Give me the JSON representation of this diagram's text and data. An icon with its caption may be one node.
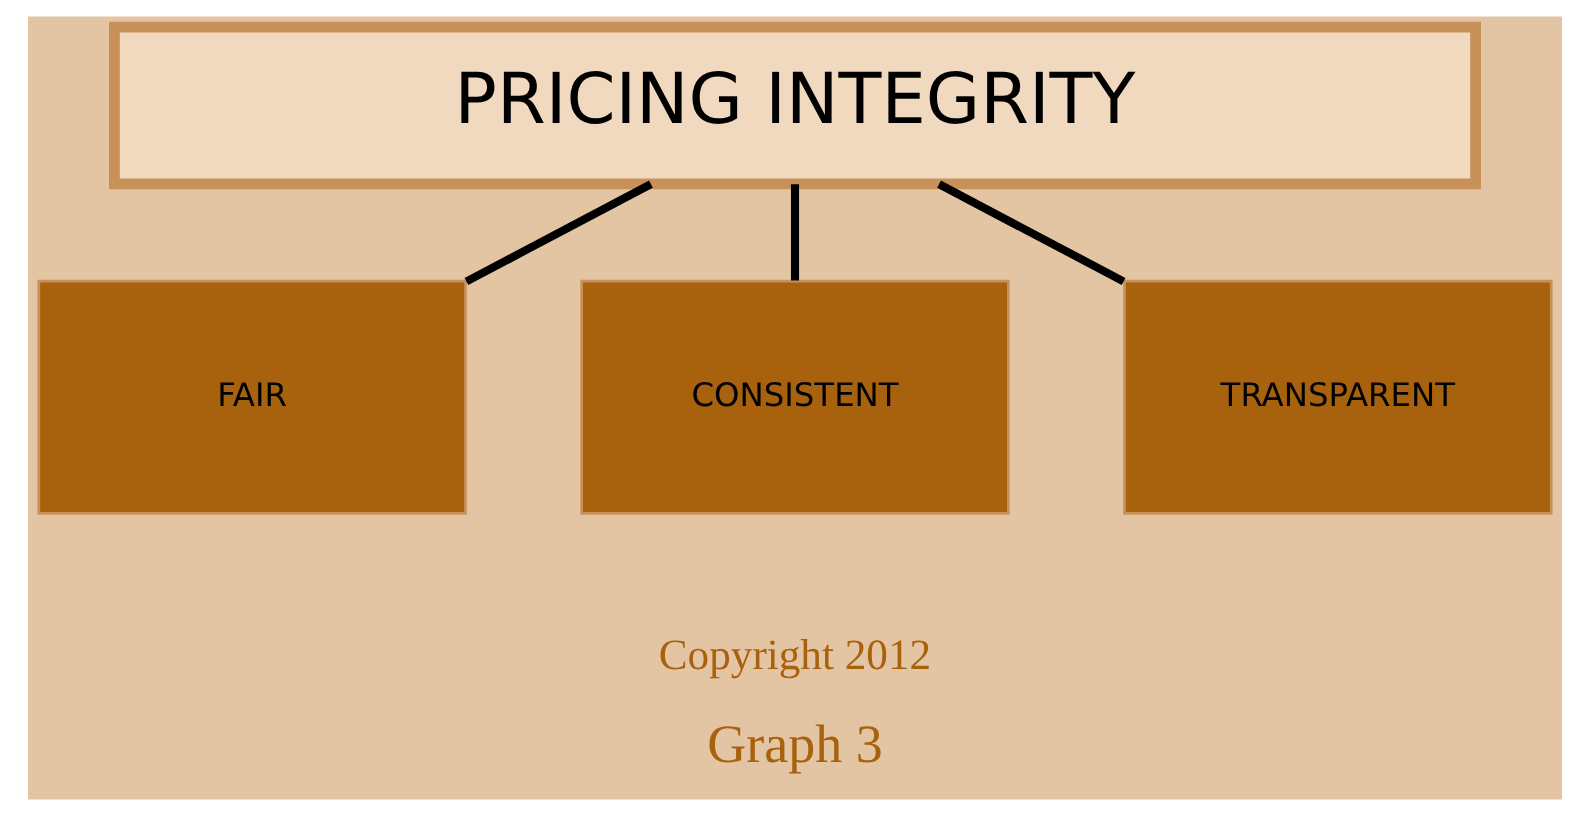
{
  "diagram": {
    "caption": "Graph 3",
    "nodes": [
      {
        "text": [
          "PRICING INTEGRITY"
        ]
      },
      {
        "text": [
          "FAIR"
        ]
      },
      {
        "text": [
          "CONSISTENT"
        ]
      },
      {
        "text": [
          "TRANSPARENT"
        ]
      }
    ],
    "edges": [
      {
        "from": 0,
        "to": 1,
        "arrow": "none"
      },
      {
        "from": 0,
        "to": 2,
        "arrow": "none"
      },
      {
        "from": 0,
        "to": 3,
        "arrow": "none"
      }
    ],
    "labels": [
      "Copyright 2012"
    ]
  }
}
